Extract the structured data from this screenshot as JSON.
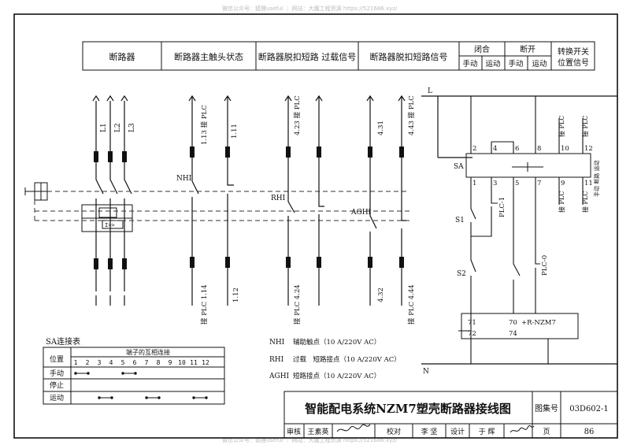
{
  "watermark": {
    "top": "微信公众号：狐狸useful ｜ 网站：大魔工程资源 https://521686.xyz/",
    "bottom": "微信公众号：狐狸useful ｜ 网站：大魔工程资源 https://521686.xyz/"
  },
  "header": {
    "col1": "断路器",
    "col2": "断路器主触头状态",
    "col3": "断路器脱扣短路 过载信号",
    "col4": "断路器脱扣短路信号",
    "closed": "闭合",
    "open": "断开",
    "manual": "手动",
    "electric": "运动",
    "switch_line1": "转换开关",
    "switch_line2": "位置信号"
  },
  "breaker": {
    "phases": [
      "L1",
      "L2",
      "L3"
    ],
    "nhi": "NHI",
    "rhi": "RHI",
    "aghi": "AGHI",
    "labels_top": [
      "1.13 接 PLC",
      "1.11",
      "4.23 接 PLC",
      "4.31",
      "4.43 接 PLC"
    ],
    "labels_bottom": [
      "接 PLC 1.14",
      "1.12",
      "接 PLC 4.24",
      "4.32",
      "接 PLC 4.44"
    ]
  },
  "sa_table": {
    "title": "SA连接表",
    "col_head": "位置",
    "span_head": "端子的互相连接",
    "terminals": [
      "1",
      "2",
      "3",
      "4",
      "5",
      "6",
      "7",
      "8",
      "9",
      "10",
      "11",
      "12"
    ],
    "rows": [
      "手动",
      "停止",
      "运动"
    ]
  },
  "legend": [
    {
      "code": "NHI",
      "text": "辅助触点（10 A/220V AC）"
    },
    {
      "code": "RHI",
      "text": "过载　短路接点（10 A/220V AC）"
    },
    {
      "code": "AGHI",
      "text": "短路接点（10 A/220V AC）"
    }
  ],
  "control": {
    "L": "L",
    "N": "N",
    "sa": "SA",
    "s1": "S1",
    "s2": "S2",
    "top_terms": [
      "2",
      "4",
      "6",
      "8",
      "10",
      "12"
    ],
    "bot_terms": [
      "1",
      "3",
      "5",
      "7",
      "9",
      "11"
    ],
    "top_plc": [
      "接 PLC",
      "接 PLC"
    ],
    "bot_plc": [
      "接 PLC",
      "接 PLC"
    ],
    "side_note": "手动 断路 运动",
    "plc1": "PLC-1",
    "plc0": "PLC-0",
    "mod_t71": "71",
    "mod_t72": "72",
    "mod_t70": "70",
    "mod_t74": "74",
    "mod_name": "+R-NZM7"
  },
  "titleblock": {
    "title": "智能配电系统NZM7塑壳断路器接线图",
    "atlas_label": "图集号",
    "atlas_no": "03D602-1",
    "review_label": "审核",
    "reviewer": "王素英",
    "check_label": "校对",
    "checker": "李 坚",
    "design_label": "设计",
    "designer": "于 辉",
    "page_label": "页",
    "page_no": "86"
  }
}
